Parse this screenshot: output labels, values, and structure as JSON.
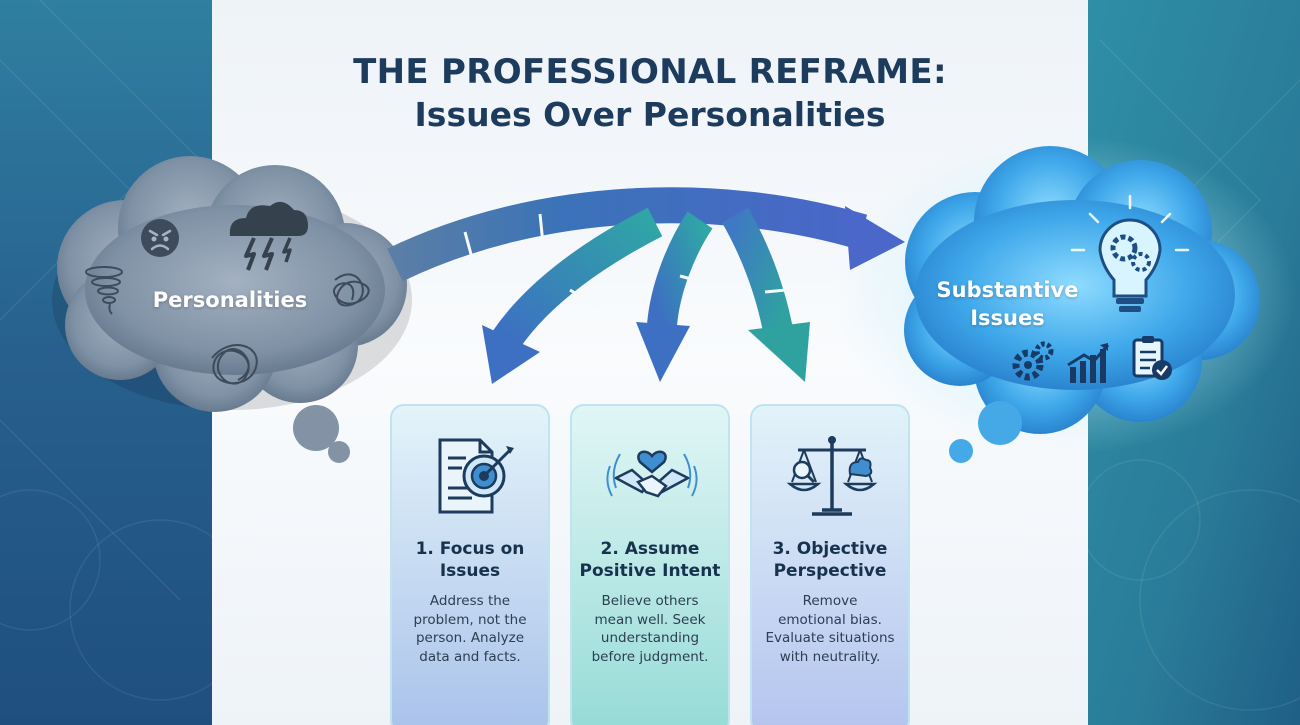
{
  "title": {
    "line1": "THE PROFESSIONAL REFRAME:",
    "line2": "Issues Over Personalities"
  },
  "left_cloud": {
    "label": "Personalities",
    "icons": [
      "angry-face-icon",
      "storm-cloud-icon",
      "tornado-icon",
      "tangled-scribble-icon"
    ]
  },
  "right_cloud": {
    "label_line1": "Substantive",
    "label_line2": "Issues",
    "icons": [
      "lightbulb-gears-icon",
      "gears-icon",
      "bar-chart-icon",
      "checklist-icon"
    ]
  },
  "cards": [
    {
      "heading_line1": "1. Focus on",
      "heading_line2": "Issues",
      "body_lines": [
        "Address the",
        "problem, not the",
        "person. Analyze",
        "data and facts."
      ],
      "icon": "document-target-icon"
    },
    {
      "heading_line1": "2. Assume",
      "heading_line2": "Positive Intent",
      "body_lines": [
        "Believe others",
        "mean well. Seek",
        "understanding",
        "before judgment."
      ],
      "icon": "handshake-heart-icon"
    },
    {
      "heading_line1": "3. Objective",
      "heading_line2": "Perspective",
      "body_lines": [
        "Remove",
        "emotional bias.",
        "Evaluate situations",
        "with neutrality."
      ],
      "icon": "scales-icon"
    }
  ],
  "colors": {
    "title": "#1d3b5c",
    "side_panel": "#2a7394",
    "center_panel": "#f4f8fb",
    "arrow_blue": "#3f71b8",
    "arrow_teal": "#2f9aa4",
    "dark_cloud": "#7d8fa3",
    "bright_cloud": "#38a6e6",
    "card_border": "#bfe4ef"
  }
}
